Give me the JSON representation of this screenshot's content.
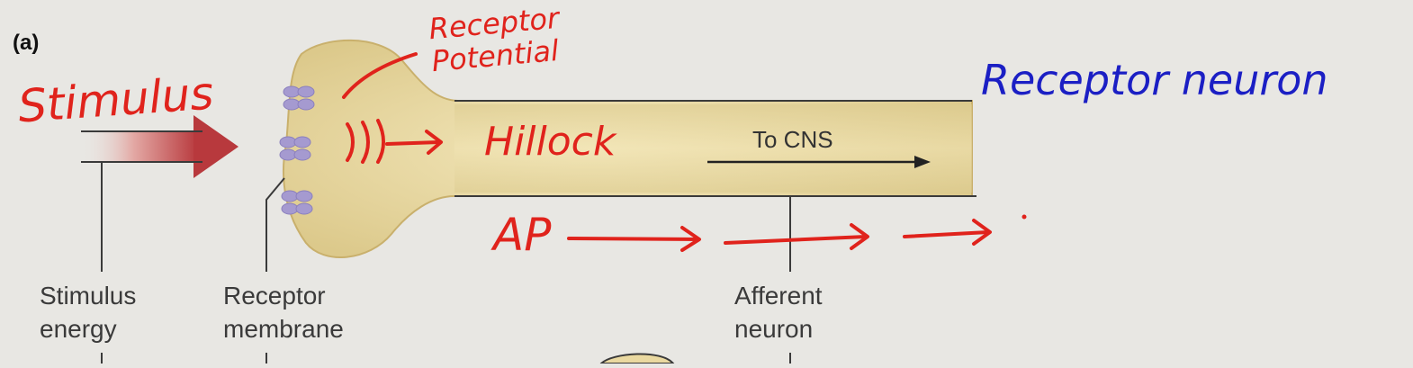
{
  "panel_label": "(a)",
  "printed_labels": {
    "stimulus_energy": "Stimulus\nenergy",
    "receptor_membrane": "Receptor\nmembrane",
    "afferent_neuron": "Afferent\nneuron",
    "to_cns": "To CNS"
  },
  "handwritten": {
    "stimulus": "Stimulus",
    "receptor_potential": "Receptor\nPotential",
    "hillock": "Hillock",
    "ap": "AP",
    "receptor_neuron": "Receptor neuron"
  },
  "colors": {
    "background": "#e8e7e3",
    "neuron_fill": "#ead9a0",
    "ink_red": "#e0231c",
    "ink_blue": "#1b1fc4",
    "stimulus_arrow": "#b8393d",
    "receptor_protein": "#a59ad0"
  }
}
